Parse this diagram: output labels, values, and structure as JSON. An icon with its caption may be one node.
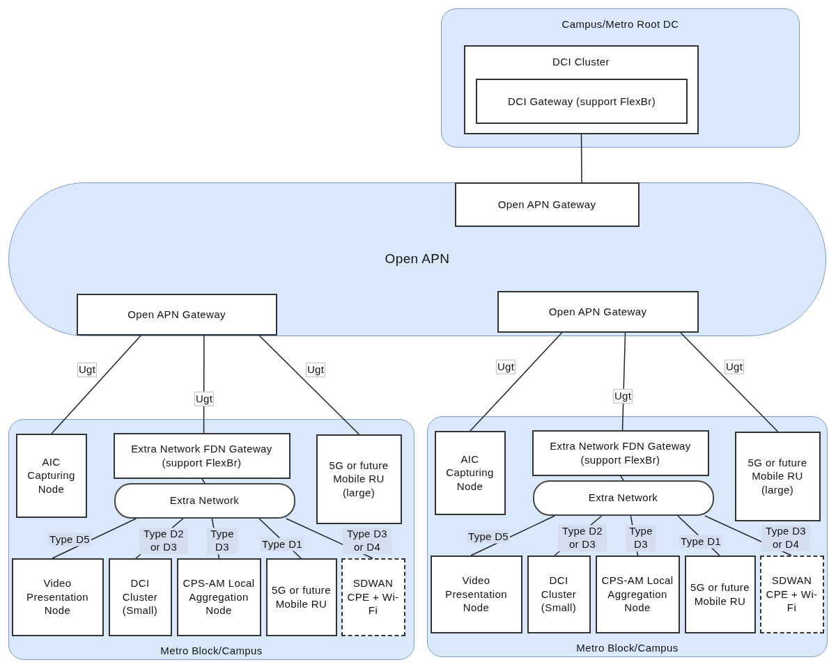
{
  "diagram": {
    "nodes": [
      {
        "text": [
          "Campus/Metro Root DC"
        ]
      },
      {
        "text": [
          "DCI Cluster"
        ],
        "in": 0
      },
      {
        "text": [
          "DCI Gateway (support FlexBr)"
        ],
        "in": 1
      },
      {
        "text": [
          "Open APN"
        ]
      },
      {
        "text": [
          "Open APN Gateway"
        ],
        "in": 3
      },
      {
        "text": [
          "Open APN Gateway"
        ],
        "in": 3
      },
      {
        "text": [
          "Open APN Gateway"
        ],
        "in": 3
      },
      {
        "text": [
          "Metro Block/Campus"
        ]
      },
      {
        "text": [
          "AIC Capturing Node"
        ],
        "in": 7
      },
      {
        "text": [
          "Extra Network FDN Gateway (support FlexBr)"
        ],
        "in": 7
      },
      {
        "text": [
          "Extra Network"
        ],
        "in": 7
      },
      {
        "text": [
          "5G or future Mobile RU (large)"
        ],
        "in": 7
      },
      {
        "text": [
          "Video Presentation Node"
        ],
        "in": 7
      },
      {
        "text": [
          "DCI Cluster (Small)"
        ],
        "in": 7
      },
      {
        "text": [
          "CPS-AM Local Aggregation Node"
        ],
        "in": 7
      },
      {
        "text": [
          "5G or future Mobile RU"
        ],
        "in": 7
      },
      {
        "text": [
          "SDWAN CPE + Wi-Fi"
        ],
        "in": 7
      },
      {
        "text": [
          "Metro Block/Campus"
        ]
      },
      {
        "text": [
          "AIC Capturing Node"
        ],
        "in": 17
      },
      {
        "text": [
          "Extra Network FDN Gateway (support FlexBr)"
        ],
        "in": 17
      },
      {
        "text": [
          "Extra Network"
        ],
        "in": 17
      },
      {
        "text": [
          "5G or future Mobile RU (large)"
        ],
        "in": 17
      },
      {
        "text": [
          "Video Presentation Node"
        ],
        "in": 17
      },
      {
        "text": [
          "DCI Cluster (Small)"
        ],
        "in": 17
      },
      {
        "text": [
          "CPS-AM Local Aggregation Node"
        ],
        "in": 17
      },
      {
        "text": [
          "5G or future Mobile RU"
        ],
        "in": 17
      },
      {
        "text": [
          "SDWAN CPE + Wi-Fi"
        ],
        "in": 17
      }
    ],
    "edges": [
      {
        "from": 1,
        "to": 4,
        "arrow": "none"
      },
      {
        "from": 5,
        "to": 8,
        "arrow": "none",
        "label": "Ugt"
      },
      {
        "from": 5,
        "to": 9,
        "arrow": "none",
        "label": "Ugt"
      },
      {
        "from": 5,
        "to": 11,
        "arrow": "none",
        "label": "Ugt"
      },
      {
        "from": 9,
        "to": 10,
        "arrow": "none"
      },
      {
        "from": 10,
        "to": 12,
        "arrow": "none",
        "label": "Type D5"
      },
      {
        "from": 10,
        "to": 13,
        "arrow": "none",
        "label": "Type D2 or D3"
      },
      {
        "from": 10,
        "to": 14,
        "arrow": "none",
        "label": "Type D3"
      },
      {
        "from": 10,
        "to": 15,
        "arrow": "none",
        "label": "Type D1"
      },
      {
        "from": 10,
        "to": 16,
        "arrow": "none",
        "label": "Type D3 or D4"
      },
      {
        "from": 6,
        "to": 18,
        "arrow": "none",
        "label": "Ugt"
      },
      {
        "from": 6,
        "to": 19,
        "arrow": "none",
        "label": "Ugt"
      },
      {
        "from": 6,
        "to": 21,
        "arrow": "none",
        "label": "Ugt"
      },
      {
        "from": 19,
        "to": 20,
        "arrow": "none"
      },
      {
        "from": 20,
        "to": 22,
        "arrow": "none",
        "label": "Type D5"
      },
      {
        "from": 20,
        "to": 23,
        "arrow": "none",
        "label": "Type D2 or D3"
      },
      {
        "from": 20,
        "to": 24,
        "arrow": "none",
        "label": "Type D3"
      },
      {
        "from": 20,
        "to": 25,
        "arrow": "none",
        "label": "Type D1"
      },
      {
        "from": 20,
        "to": 26,
        "arrow": "none",
        "label": "Type D3 or D4"
      }
    ]
  }
}
